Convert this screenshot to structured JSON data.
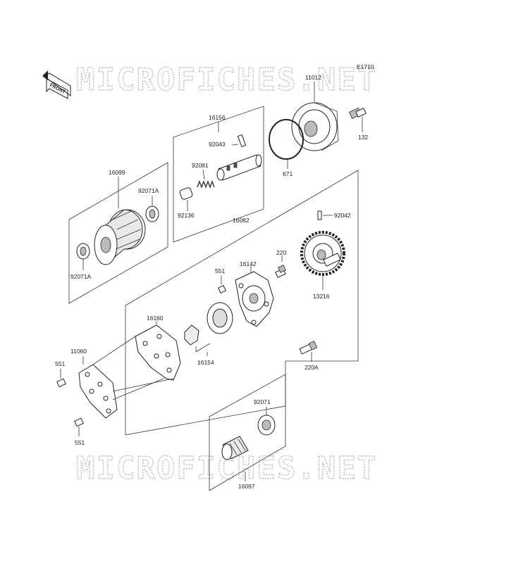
{
  "diagram_code": "E1710",
  "front_arrow": "FRONT",
  "watermarks": [
    "MICROFICHES.NET",
    "MICROFICHES.NET"
  ],
  "parts": {
    "p11012": "11012",
    "p132": "132",
    "p671": "671",
    "p16156": "16156",
    "p92043": "92043",
    "p92081": "92081",
    "p92136": "92136",
    "p16099": "16099",
    "p92071A_top": "92071A",
    "p92071A_bottom": "92071A",
    "p16082": "16082",
    "p92042": "92042",
    "p220": "220",
    "p551_mid": "551",
    "p16142": "16142",
    "p13216": "13216",
    "p16160": "16160",
    "p16154": "16154",
    "p220A": "220A",
    "p11060": "11060",
    "p551_left": "551",
    "p551_bottom": "551",
    "p92071": "92071",
    "p16097": "16097"
  }
}
